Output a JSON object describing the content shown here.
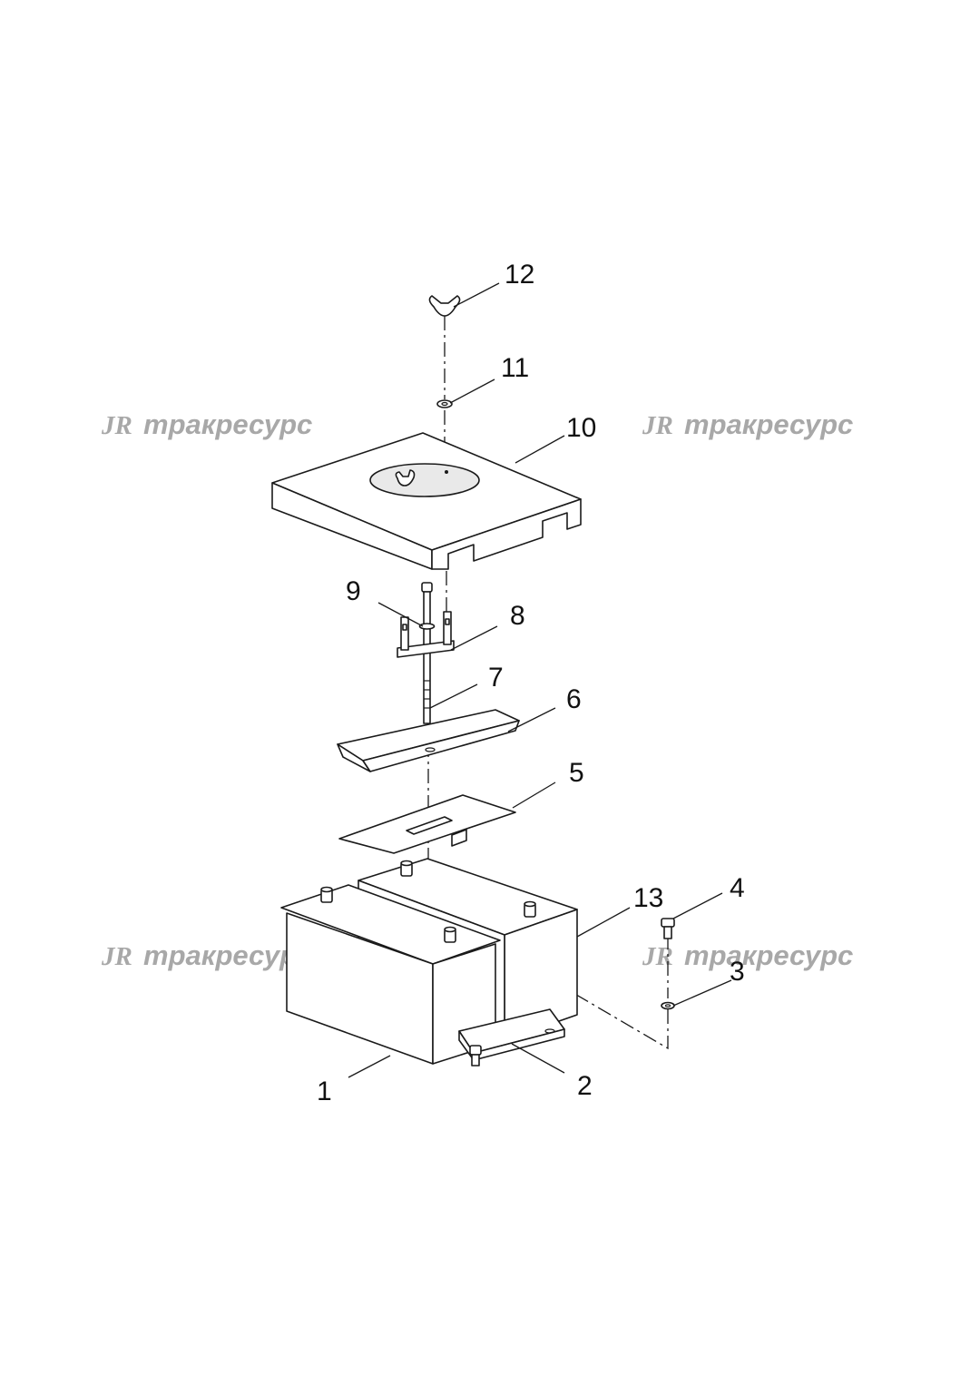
{
  "diagram": {
    "callouts": {
      "c1": "1",
      "c2": "2",
      "c3": "3",
      "c4": "4",
      "c5": "5",
      "c6": "6",
      "c7": "7",
      "c8": "8",
      "c9": "9",
      "c10": "10",
      "c11": "11",
      "c12": "12",
      "c13": "13"
    }
  },
  "watermark": {
    "logo": "JR",
    "text": "тракресурс"
  }
}
